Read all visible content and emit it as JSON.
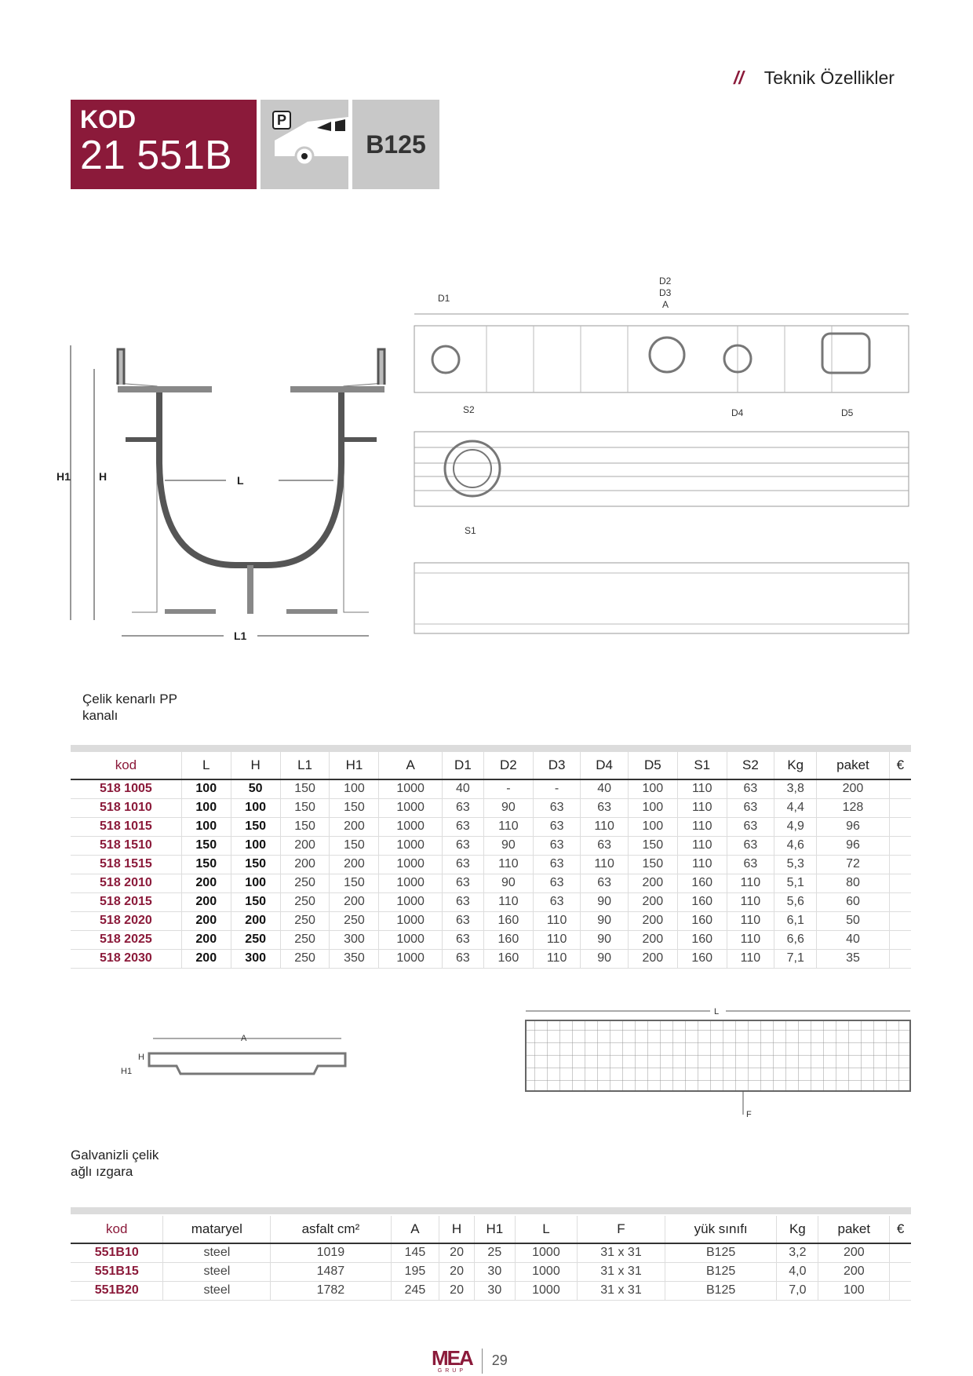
{
  "header": {
    "section_mark": "//",
    "title": "Teknik Özellikler"
  },
  "product": {
    "kod_label": "KOD",
    "code": "21 551B",
    "parking_badge": "P",
    "load_class": "B125"
  },
  "drawing_labels": {
    "h1": "H1",
    "h": "H",
    "l": "L",
    "l1": "L1",
    "d1": "D1",
    "d2": "D2",
    "d3": "D3",
    "a": "A",
    "d4": "D4",
    "d5": "D5",
    "s1": "S1",
    "s2": "S2",
    "f": "F"
  },
  "channel": {
    "title_line1": "Çelik kenarlı PP",
    "title_line2": "kanalı",
    "columns": [
      "kod",
      "L",
      "H",
      "L1",
      "H1",
      "A",
      "D1",
      "D2",
      "D3",
      "D4",
      "D5",
      "S1",
      "S2",
      "Kg",
      "paket",
      "€"
    ],
    "rows": [
      [
        "518 1005",
        "100",
        "50",
        "150",
        "100",
        "1000",
        "40",
        "-",
        "-",
        "40",
        "100",
        "110",
        "63",
        "3,8",
        "200",
        ""
      ],
      [
        "518 1010",
        "100",
        "100",
        "150",
        "150",
        "1000",
        "63",
        "90",
        "63",
        "63",
        "100",
        "110",
        "63",
        "4,4",
        "128",
        ""
      ],
      [
        "518 1015",
        "100",
        "150",
        "150",
        "200",
        "1000",
        "63",
        "110",
        "63",
        "110",
        "100",
        "110",
        "63",
        "4,9",
        "96",
        ""
      ],
      [
        "518 1510",
        "150",
        "100",
        "200",
        "150",
        "1000",
        "63",
        "90",
        "63",
        "63",
        "150",
        "110",
        "63",
        "4,6",
        "96",
        ""
      ],
      [
        "518 1515",
        "150",
        "150",
        "200",
        "200",
        "1000",
        "63",
        "110",
        "63",
        "110",
        "150",
        "110",
        "63",
        "5,3",
        "72",
        ""
      ],
      [
        "518 2010",
        "200",
        "100",
        "250",
        "150",
        "1000",
        "63",
        "90",
        "63",
        "63",
        "200",
        "160",
        "110",
        "5,1",
        "80",
        ""
      ],
      [
        "518 2015",
        "200",
        "150",
        "250",
        "200",
        "1000",
        "63",
        "110",
        "63",
        "90",
        "200",
        "160",
        "110",
        "5,6",
        "60",
        ""
      ],
      [
        "518 2020",
        "200",
        "200",
        "250",
        "250",
        "1000",
        "63",
        "160",
        "110",
        "90",
        "200",
        "160",
        "110",
        "6,1",
        "50",
        ""
      ],
      [
        "518 2025",
        "200",
        "250",
        "250",
        "300",
        "1000",
        "63",
        "160",
        "110",
        "90",
        "200",
        "160",
        "110",
        "6,6",
        "40",
        ""
      ],
      [
        "518 2030",
        "200",
        "300",
        "250",
        "350",
        "1000",
        "63",
        "160",
        "110",
        "90",
        "200",
        "160",
        "110",
        "7,1",
        "35",
        ""
      ]
    ]
  },
  "grating": {
    "title_line1": "Galvanizli çelik",
    "title_line2": "ağlı ızgara",
    "columns": [
      "kod",
      "mataryel",
      "asfalt cm²",
      "A",
      "H",
      "H1",
      "L",
      "F",
      "yük sınıfı",
      "Kg",
      "paket",
      "€"
    ],
    "rows": [
      [
        "551B10",
        "steel",
        "1019",
        "145",
        "20",
        "25",
        "1000",
        "31 x 31",
        "B125",
        "3,2",
        "200",
        ""
      ],
      [
        "551B15",
        "steel",
        "1487",
        "195",
        "20",
        "30",
        "1000",
        "31 x 31",
        "B125",
        "4,0",
        "200",
        ""
      ],
      [
        "551B20",
        "steel",
        "1782",
        "245",
        "20",
        "30",
        "1000",
        "31 x 31",
        "B125",
        "7,0",
        "100",
        ""
      ]
    ]
  },
  "footer": {
    "logo": "MEA",
    "logo_sub": "GRUP",
    "page": "29"
  }
}
